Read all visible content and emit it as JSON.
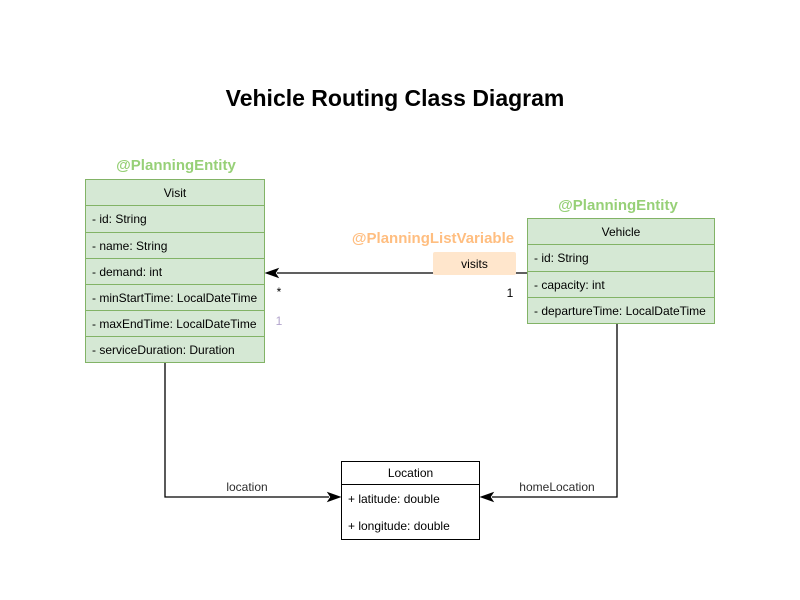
{
  "title": "Vehicle Routing Class Diagram",
  "colors": {
    "entity_fill": "#d5e8d4",
    "entity_border": "#82b366",
    "annotation_green": "#97d077",
    "annotation_orange": "#ffbe80",
    "visits_badge_bg": "#ffe6cc",
    "plain_fill": "#ffffff",
    "plain_border": "#000000",
    "line": "#000000",
    "multiplicity_alt": "#b2a4cc"
  },
  "classes": {
    "visit": {
      "annotation": "@PlanningEntity",
      "name": "Visit",
      "attributes": [
        "- id: String",
        "- name: String",
        "- demand: int",
        "- minStartTime: LocalDateTime",
        "- maxEndTime: LocalDateTime",
        "- serviceDuration: Duration"
      ]
    },
    "vehicle": {
      "annotation": "@PlanningEntity",
      "name": "Vehicle",
      "attributes": [
        "- id: String",
        "- capacity: int",
        "- departureTime: LocalDateTime"
      ]
    },
    "location": {
      "name": "Location",
      "attributes": [
        "+ latitude: double",
        "+ longitude: double"
      ]
    }
  },
  "relations": {
    "visits": {
      "annotation": "@PlanningListVariable",
      "label": "visits",
      "multiplicity_target": "*",
      "multiplicity_source": "1",
      "secondary_multiplicity": "1"
    },
    "location": {
      "label": "location"
    },
    "homeLocation": {
      "label": "homeLocation"
    }
  }
}
